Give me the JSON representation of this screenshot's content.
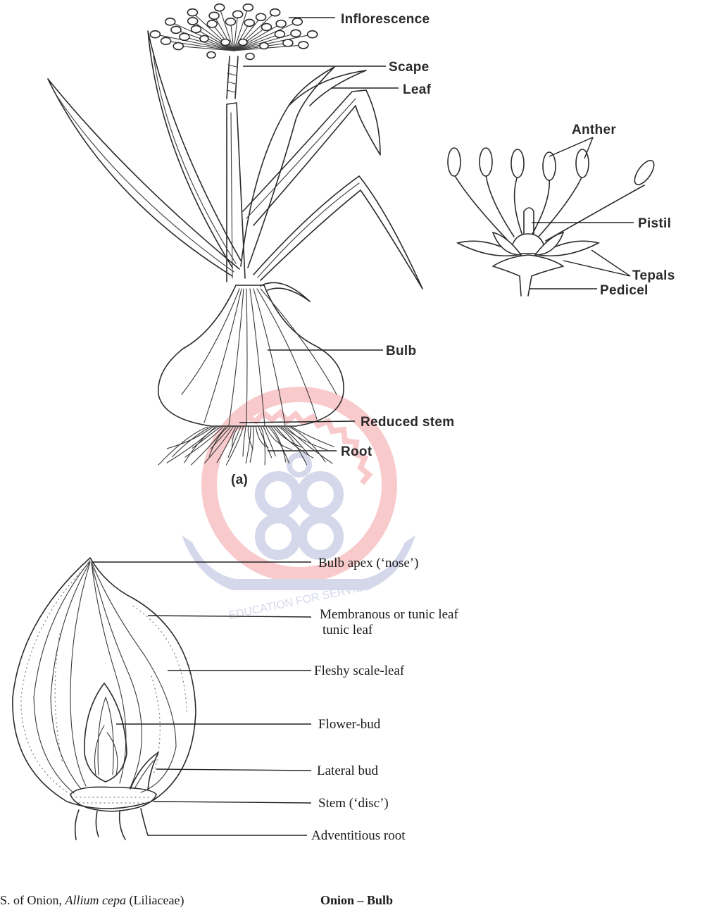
{
  "plant_labels": {
    "inflorescence": "Inflorescence",
    "scape": "Scape",
    "leaf": "Leaf",
    "bulb": "Bulb",
    "reduced_stem": "Reduced stem",
    "root": "Root",
    "figure_a": "(a)"
  },
  "flower_labels": {
    "anther": "Anther",
    "pistil": "Pistil",
    "tepals": "Tepals",
    "pedicel": "Pedicel"
  },
  "bulb_section_labels": {
    "bulb_apex": "Bulb apex (‘nose’)",
    "membranous_leaf": "Membranous or tunic leaf",
    "membranous_leaf_echo": "tunic leaf",
    "fleshy_scale_leaf": "Fleshy scale-leaf",
    "flower_bud": "Flower-bud",
    "lateral_bud": "Lateral bud",
    "stem_disc": "Stem (‘disc’)",
    "adventitious_root": "Adventitious root"
  },
  "captions": {
    "left_prefix": "S. of Onion, ",
    "left_species": "Allium cepa",
    "left_family": " (Liliaceae)",
    "right": "Onion – Bulb"
  },
  "watermark": {
    "text": "EDUCATION FOR SERVICE",
    "colors": {
      "ring": "#e8454c",
      "emblem": "#6b73b8"
    }
  }
}
